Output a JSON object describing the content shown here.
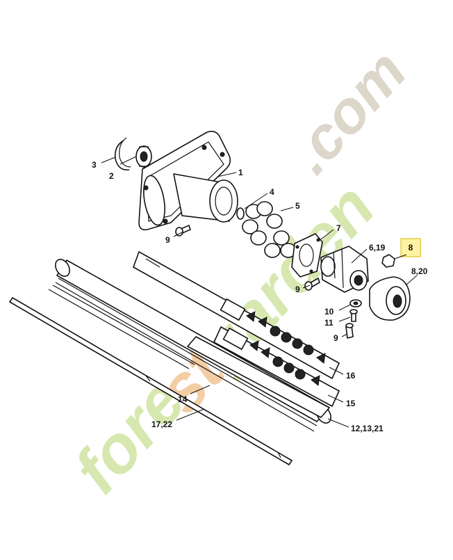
{
  "watermark": {
    "prefix": "fore",
    "accent": "st",
    "middle": "garden",
    "suffix": ".com",
    "colors": {
      "green": "#d2e6a6",
      "orange": "#f3c89b",
      "grey": "#d8d3c4"
    }
  },
  "callouts": {
    "c1": "1",
    "c2": "2",
    "c3": "3",
    "c4": "4",
    "c5": "5",
    "c6_19": "6,19",
    "c7": "7",
    "c8": "8",
    "c8_20": "8,20",
    "c9a": "9",
    "c9b": "9",
    "c9c": "9",
    "c10": "10",
    "c11": "11",
    "c12_13_21": "12,13,21",
    "c14": "14",
    "c15": "15",
    "c16": "16",
    "c17_22": "17,22"
  },
  "highlight_color": "#fff3a0"
}
